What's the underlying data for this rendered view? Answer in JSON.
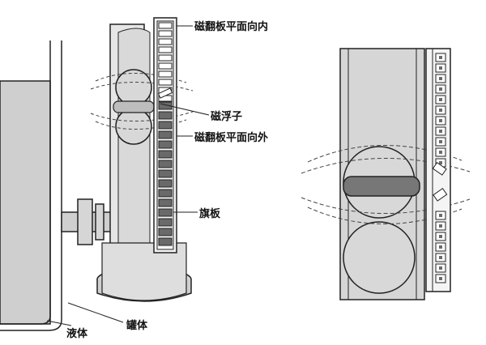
{
  "labels": {
    "flap_inward": "磁翻板平面向内",
    "magnetic_float": "磁浮子",
    "flap_outward": "磁翻板平面向外",
    "flag_plate": "旗板",
    "liquid": "液体",
    "tank": "罐体"
  },
  "colors": {
    "stroke": "#222222",
    "body_fill": "#cfcfcf",
    "tube_fill": "#e6e6e6",
    "flap_dark": "#6a6a6a",
    "flap_light": "#ffffff",
    "float_fill": "#d8d8d8"
  }
}
